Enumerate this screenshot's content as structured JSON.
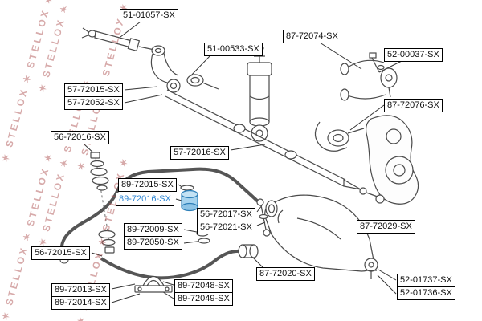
{
  "watermark": {
    "brand": "STELLOX",
    "strip_text": "✶ STELLOX ✶ STELLOX ✶",
    "color": "#b05555"
  },
  "highlight": {
    "label_color": "#2e86d4",
    "part_fill": "#a6d3ee",
    "part_stroke": "#2d7fb8"
  },
  "parts": [
    {
      "number": "51-01057-SX",
      "highlighted": false
    },
    {
      "number": "51-00533-SX",
      "highlighted": false
    },
    {
      "number": "87-72074-SX",
      "highlighted": false
    },
    {
      "number": "52-00037-SX",
      "highlighted": false
    },
    {
      "number": "57-72015-SX",
      "highlighted": false
    },
    {
      "number": "57-72052-SX",
      "highlighted": false
    },
    {
      "number": "87-72076-SX",
      "highlighted": false
    },
    {
      "number": "56-72016-SX",
      "highlighted": false
    },
    {
      "number": "57-72016-SX",
      "highlighted": false
    },
    {
      "number": "89-72015-SX",
      "highlighted": false
    },
    {
      "number": "89-72016-SX",
      "highlighted": true
    },
    {
      "number": "56-72017-SX",
      "highlighted": false
    },
    {
      "number": "87-72029-SX",
      "highlighted": false
    },
    {
      "number": "89-72009-SX",
      "highlighted": false
    },
    {
      "number": "56-72021-SX",
      "highlighted": false
    },
    {
      "number": "89-72050-SX",
      "highlighted": false
    },
    {
      "number": "56-72015-SX",
      "highlighted": false
    },
    {
      "number": "87-72020-SX",
      "highlighted": false
    },
    {
      "number": "52-01737-SX",
      "highlighted": false
    },
    {
      "number": "52-01736-SX",
      "highlighted": false
    },
    {
      "number": "89-72013-SX",
      "highlighted": false
    },
    {
      "number": "89-72014-SX",
      "highlighted": false
    },
    {
      "number": "89-72048-SX",
      "highlighted": false
    },
    {
      "number": "89-72049-SX",
      "highlighted": false
    }
  ]
}
